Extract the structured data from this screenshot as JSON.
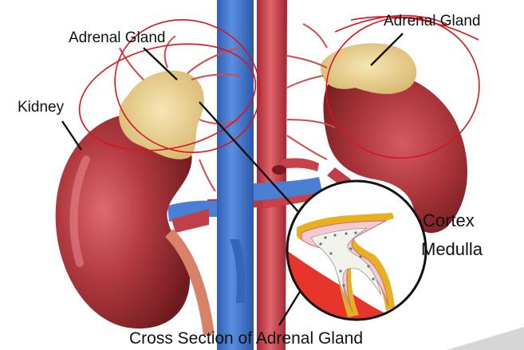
{
  "labels": {
    "adrenal_gland_left": "Adrenal Gland",
    "adrenal_gland_right": "Adrenal Gland",
    "kidney": "Kidney",
    "cortex": "Cortex",
    "medulla": "Medulla",
    "cross_section": "Cross Section of Adrenal Gland"
  },
  "colors": {
    "kidney": "#8f2428",
    "kidney_highlight": "#d55a64",
    "adrenal_gland": "#eed79a",
    "vena_cava": "#3f73c9",
    "aorta": "#c8404a",
    "red_annotation": "#d8141e",
    "cortex_band": "#e8b020",
    "medulla_fill": "#f4c9cf"
  }
}
